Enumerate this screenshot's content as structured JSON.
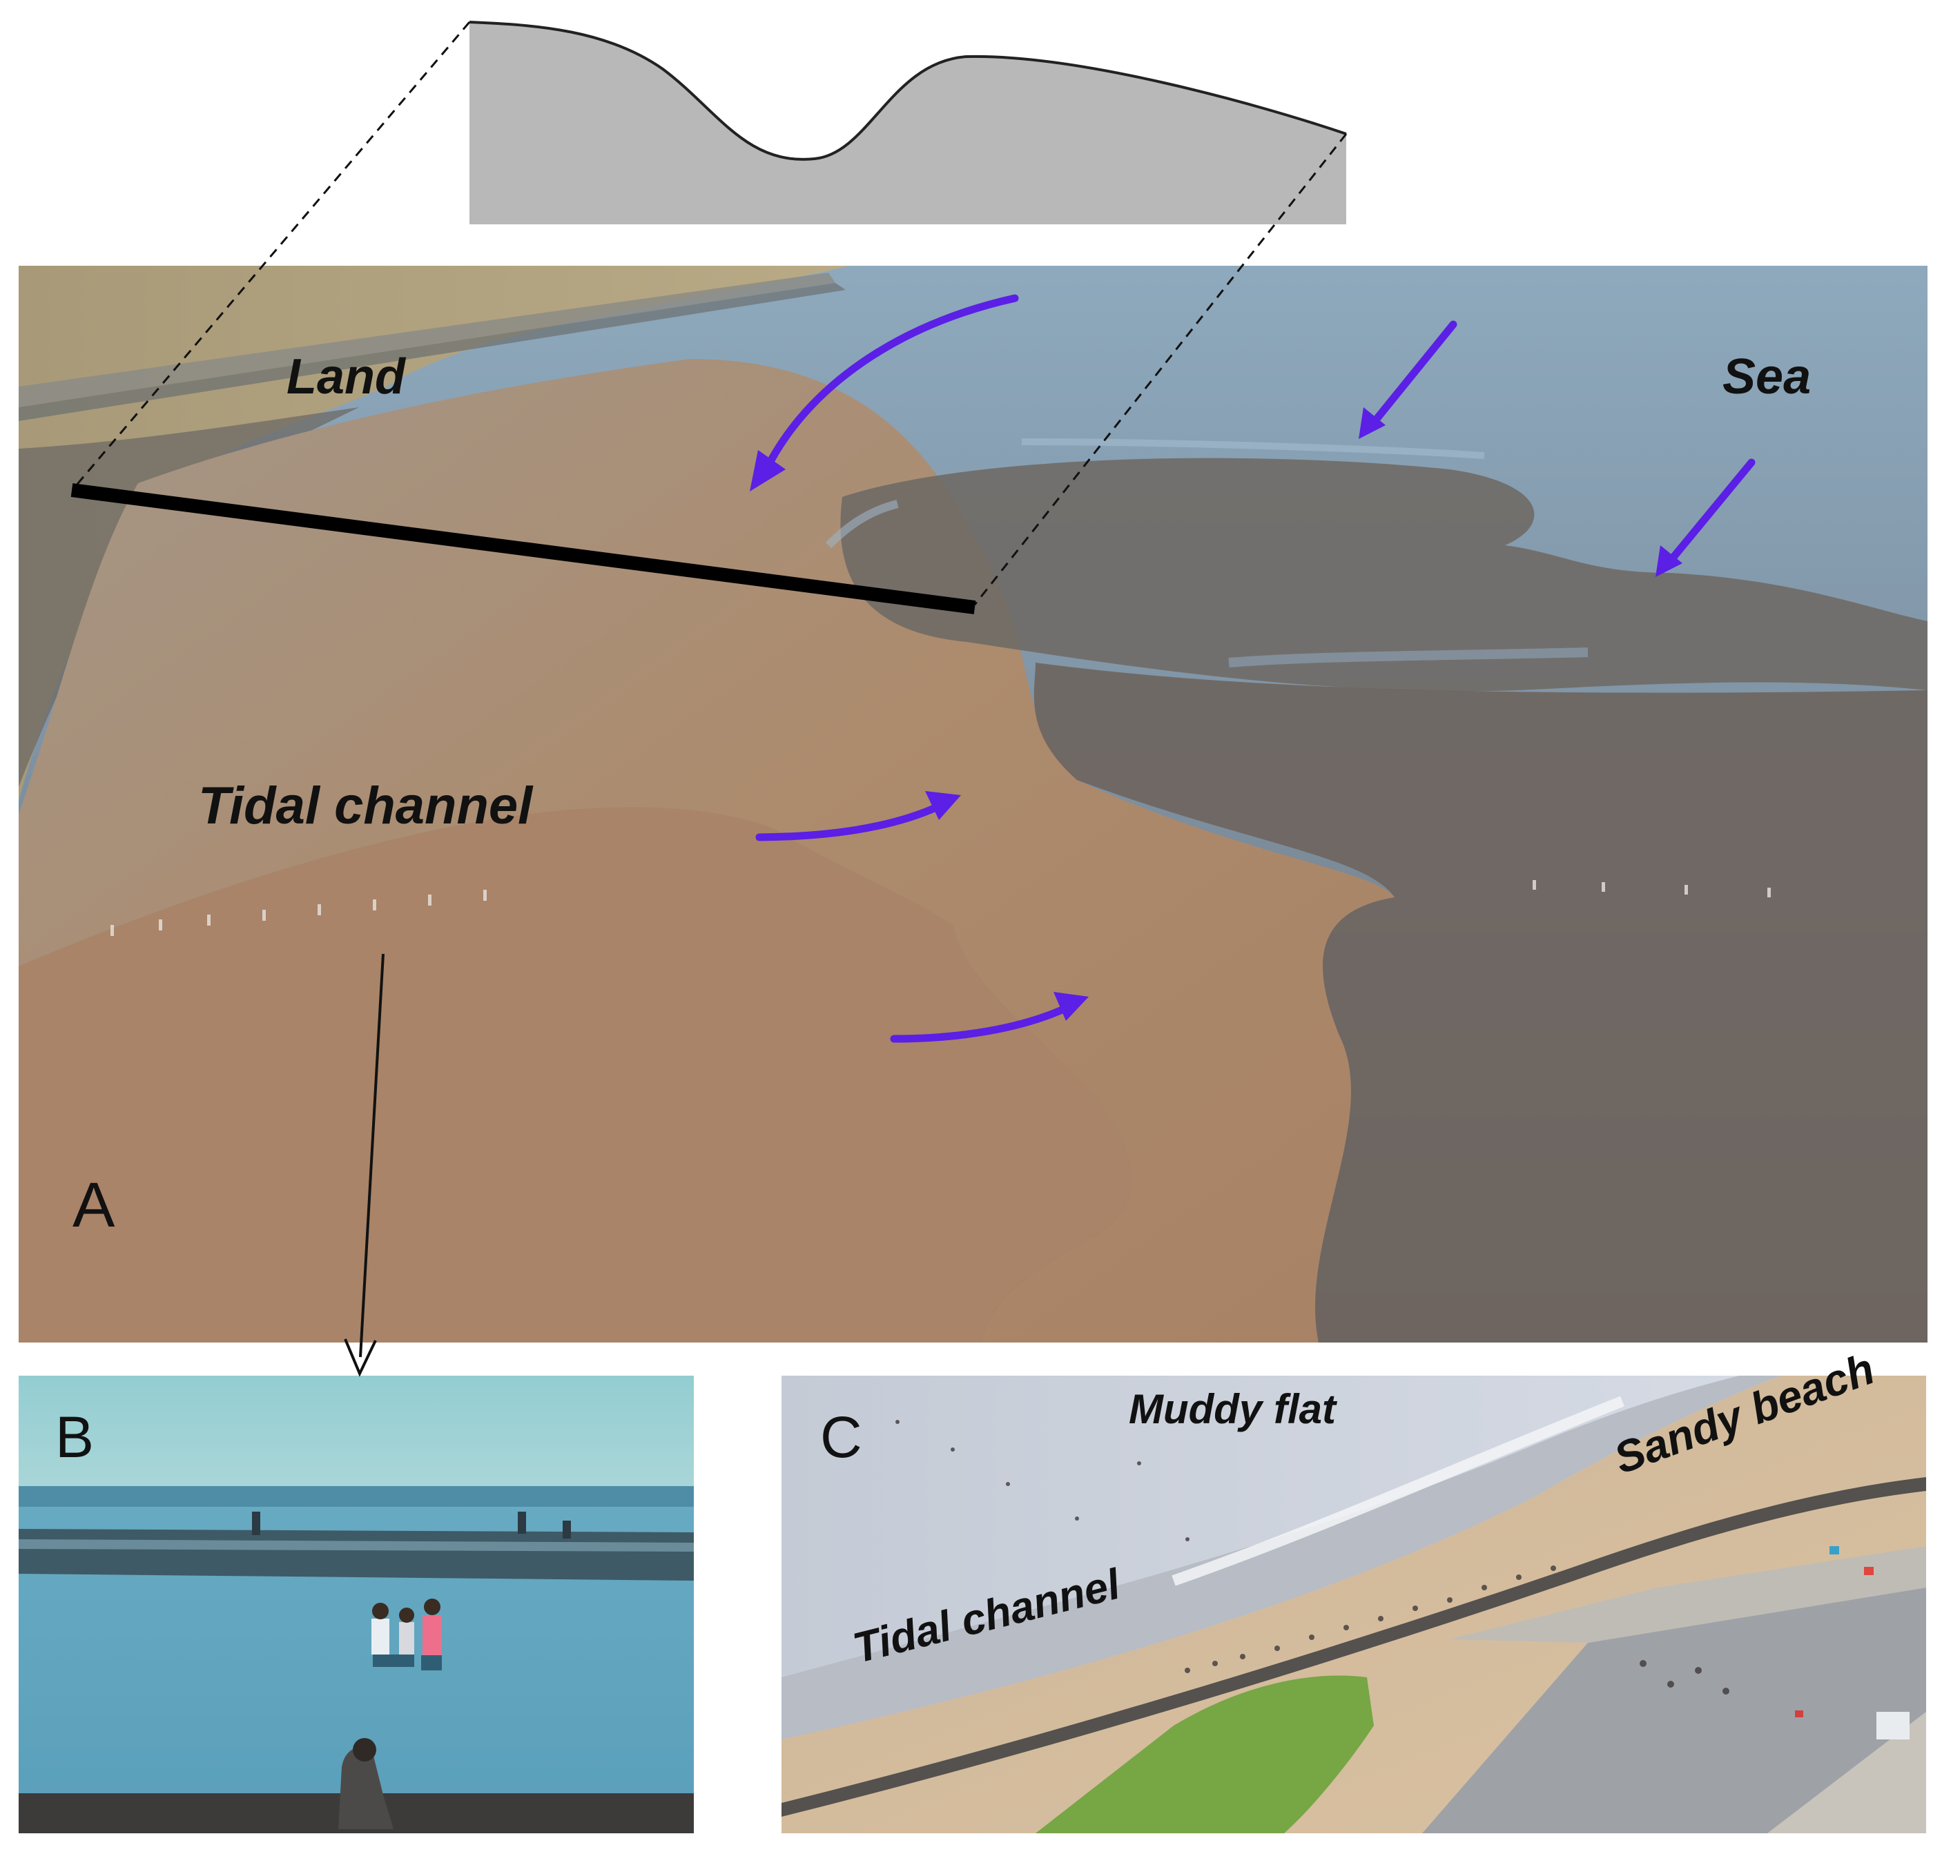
{
  "figure": {
    "panel_a": {
      "letter": "A",
      "labels": {
        "land": "Land",
        "sea": "Sea",
        "tidal_channel": "Tidal channel"
      }
    },
    "panel_b": {
      "letter": "B"
    },
    "panel_c": {
      "letter": "C",
      "labels": {
        "muddy_flat": "Muddy flat",
        "sandy_beach": "Sandy beach",
        "tidal_channel": "Tidal channel"
      }
    },
    "colors": {
      "flow_arrow": "#5b1fe6",
      "profile_fill": "#b8b8b8",
      "section_line": "#000000",
      "sky_b": "#8fc9cf",
      "sea_b": "#5fa7c1"
    },
    "icons": [
      "flow-arrow-icon",
      "pointer-arrow-icon"
    ]
  }
}
